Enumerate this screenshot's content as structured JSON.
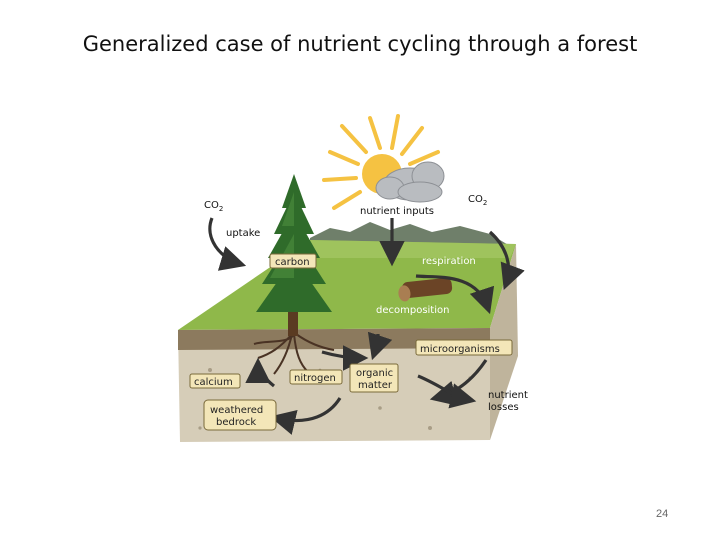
{
  "slide": {
    "title": "Generalized case of nutrient cycling through a forest",
    "page_number": "24"
  },
  "diagram": {
    "labels": {
      "co2_left_base": "CO",
      "co2_left_sub": "2",
      "co2_right_base": "CO",
      "co2_right_sub": "2",
      "uptake": "uptake",
      "nutrient_inputs": "nutrient inputs",
      "carbon": "carbon",
      "respiration": "respiration",
      "decomposition": "decomposition",
      "microorganisms": "microorganisms",
      "calcium": "calcium",
      "nitrogen": "nitrogen",
      "organic_matter_1": "organic",
      "organic_matter_2": "matter",
      "nutrient_losses_1": "nutrient",
      "nutrient_losses_2": "losses",
      "weathered_bedrock_1": "weathered",
      "weathered_bedrock_2": "bedrock"
    },
    "colors": {
      "grass": "#8fb84a",
      "soil": "#d6cdb8",
      "sun": "#f5c242",
      "tree": "#2f6b2a",
      "label_box": "#f3e6b8",
      "arrow": "#333333"
    }
  }
}
